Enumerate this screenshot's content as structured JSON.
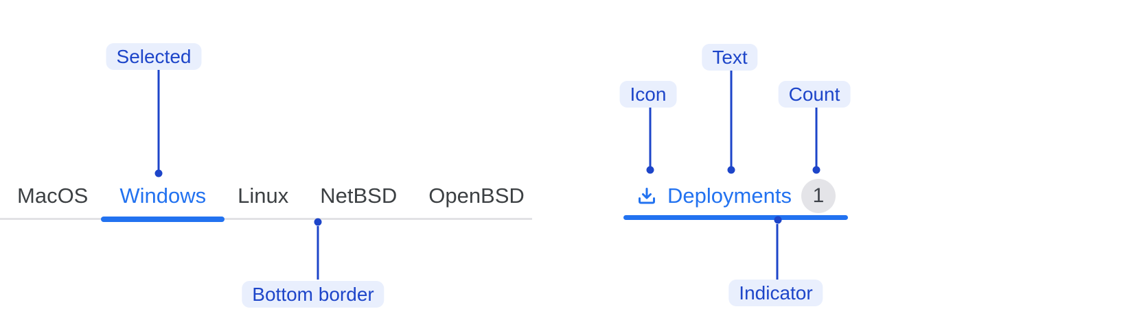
{
  "tab_bar": {
    "tabs": [
      {
        "label": "MacOS",
        "selected": false
      },
      {
        "label": "Windows",
        "selected": true
      },
      {
        "label": "Linux",
        "selected": false
      },
      {
        "label": "NetBSD",
        "selected": false
      },
      {
        "label": "OpenBSD",
        "selected": false
      }
    ]
  },
  "deployments_tab": {
    "icon": "download-icon",
    "label": "Deployments",
    "count": "1"
  },
  "annotations": {
    "selected": "Selected",
    "bottom_border": "Bottom border",
    "icon": "Icon",
    "text": "Text",
    "count": "Count",
    "indicator": "Indicator"
  },
  "colors": {
    "active_blue": "#2272f0",
    "annotation_blue": "#1d45c9",
    "annotation_pill_bg": "#e9effd",
    "inactive_tab_text": "#3c4043",
    "badge_bg": "#e4e4e8",
    "badge_text": "#3f434a",
    "divider_gray": "#e2e2e5",
    "background": "#ffffff"
  }
}
